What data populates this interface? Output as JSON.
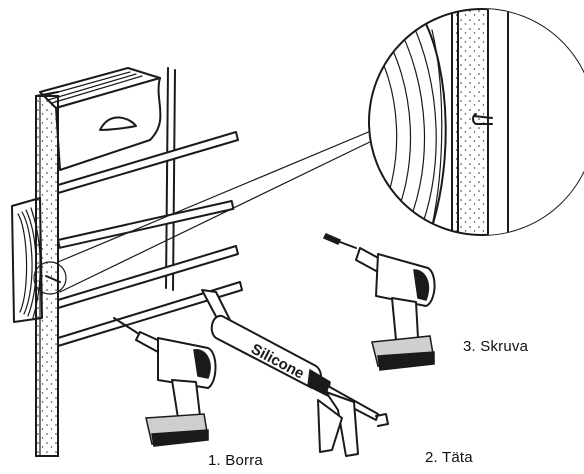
{
  "labels": {
    "step1": "1. Borra",
    "step2": "2. Täta",
    "step3": "3. Skruva",
    "cartridge_text": "Silicone"
  },
  "icons": [
    "drill-icon",
    "caulking-gun-icon",
    "screw-icon",
    "magnifier-circle-icon"
  ]
}
